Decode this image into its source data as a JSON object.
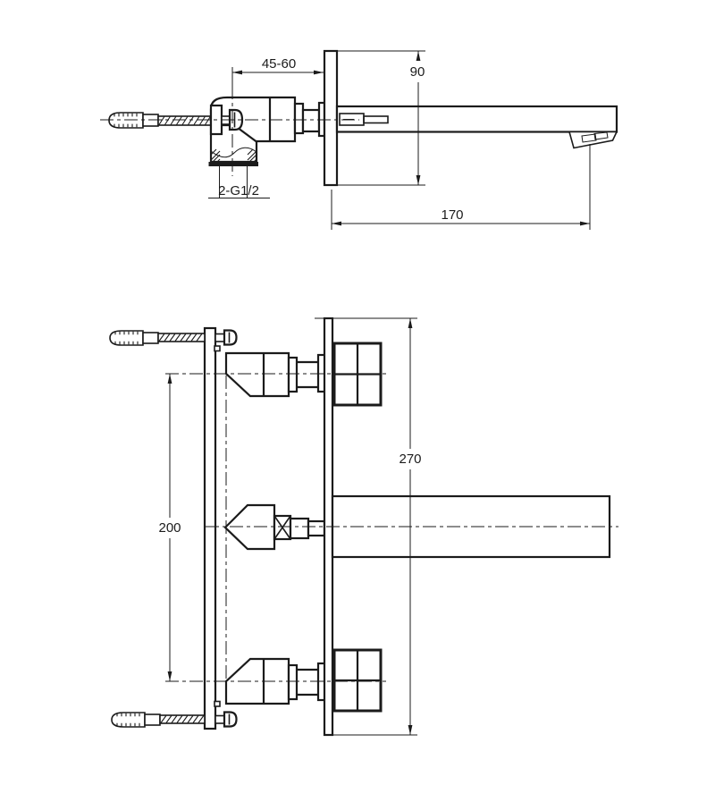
{
  "drawing": {
    "background": "#ffffff",
    "line_color": "#1b1b1b",
    "dimensions": {
      "mount_depth": "45-60",
      "plate_height": "90",
      "thread_spec": "2-G1/2",
      "spout_reach": "170",
      "valve_spacing": "200",
      "plate_length": "270"
    }
  }
}
